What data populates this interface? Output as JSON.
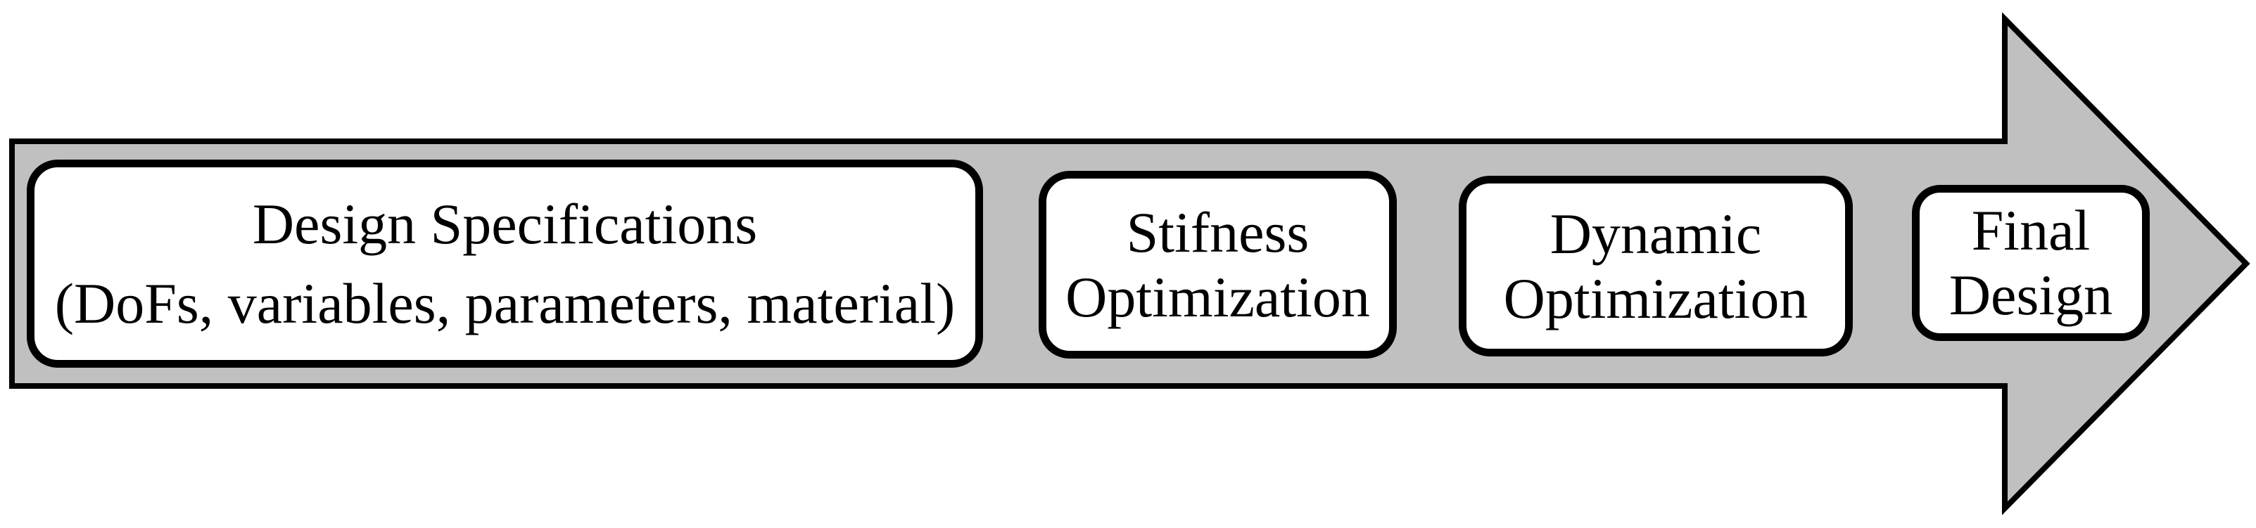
{
  "diagram": {
    "type": "process-flow-arrow",
    "direction": "right",
    "arrow": {
      "fill": "#c0c0c0",
      "stroke": "#000000",
      "box_fill": "#ffffff",
      "box_border": "#000000",
      "text_color": "#000000"
    },
    "steps": [
      {
        "line1": "Design Specifications",
        "line2": "(DoFs, variables, parameters, material)"
      },
      {
        "line1": "Stifness",
        "line2": "Optimization"
      },
      {
        "line1": "Dynamic",
        "line2": "Optimization"
      },
      {
        "line1": "Final",
        "line2": "Design"
      }
    ]
  }
}
